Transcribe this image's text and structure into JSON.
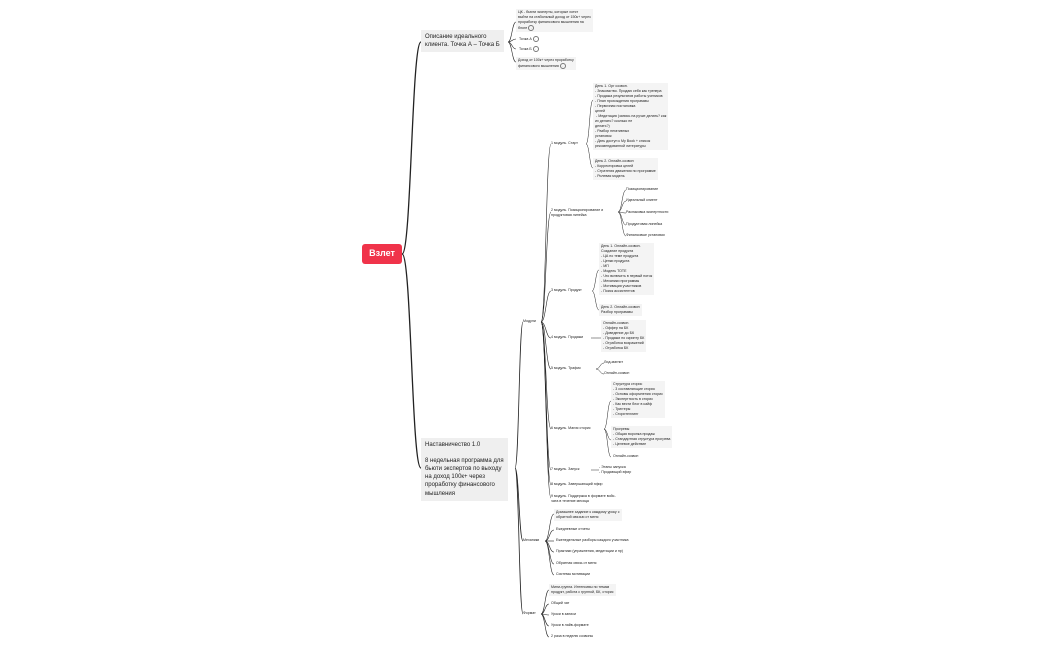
{
  "root": "Взлет",
  "ideal": {
    "title": "Описание идеального\nклиента. Точка А – Точка Б",
    "children": [
      "ЦК - бьюти эксперты, которые хотят\nвыйти на стабильный доход от 150к+ через\nпроработку финансового мышления на\nблоге",
      "Точка А",
      "Точка Б",
      "Доход от 100к+ через проработку\nфинансового мышления"
    ]
  },
  "program": {
    "title": "Наставничество 1.0\n\n8 недельная программа для\nбьюти экспертов по выходу\nна доход 100к+ через\nпроработку финансового\nмышления",
    "modules_label": "Модули",
    "mechanics_label": "Механики",
    "format_label": "Формат"
  },
  "modules": [
    {
      "label": "1 модуль. Старт",
      "children": [
        "День 1. Орг созвон.\n- Знакомство. Продаю себя как тренера\n- Продажа результатов работы учеников\n- План прохождения программы\n- Первичная постановка\nцелей\n - Медитация (запись на ручке делать? как\nих делать? сколько не\nделать?)\n- Разбор негативных\nустановок\n- Дать доступ к My Book + список\nрекомендованной литературы",
        "День 2. Онлайн-созвон\n- Корректировка целей\n- Стратегия движения по программе\n- Ролевая модель"
      ]
    },
    {
      "label": "2 модуль. Позиционирование и\nпродуктовая линейка",
      "children": [
        "Позиционирование",
        "Идеальный клиент",
        "Распаковка экспертности",
        "Продуктовая линейка",
        "Финансовые установки"
      ]
    },
    {
      "label": "3 модуль. Продукт",
      "children": [
        "День 1. Онлайн-созвон.\nСоздание продукта\n- ЦА по теме продукта\n- Ценки продукта\n- МП\n- Модель ТОТЕ\n- Что включить в первый поток\n- Механики программы\n- Мотивация участников\n- Поиск ассистентов",
        "День 2. Онлайн-созвон\nРазбор программы"
      ]
    },
    {
      "label": "4 модуль. Продажи",
      "children": [
        "Онлайн-созвон.\n- Оффер на БК\n- Доведение до БК\n- Продажи по скрипту БК\n- Отработка возражений\n- Отработка БК"
      ]
    },
    {
      "label": "5 модуль. Трафик",
      "children": [
        "Лид-магнит",
        "Онлайн-созвон"
      ]
    },
    {
      "label": "6 модуль. Магия сторис",
      "children": [
        "Структура сторис\n- 3 составляющие сторис\n- Основы оформления сторис\n- Экспертность в сторис\n- Как вести блог в кайф\n- Триггеры\n- Сторителлинг",
        "Прогревы\n- Общая воронка продаж\n- Стандартная структура прогрева\n- Целевое действие",
        "Онлайн-созвон"
      ]
    },
    {
      "label": "7 модуль. Запуск",
      "children": [
        "- Этапы запуска\n- Продающий эфир"
      ]
    },
    {
      "label": "8 модуль. Завершающий эфир",
      "children": []
    },
    {
      "label": "9 модуль. Поддержка в формате войс-\nчата в течение месяца",
      "children": []
    }
  ],
  "mechanics": [
    "Домашнее задание к каждому уроку с\nобратной связью от меня",
    "Ежедневные отчеты",
    "Еженедельные разборы каждого участника",
    "Практики (упражнения, медитации и пр)",
    "Обратная связь от меня",
    "Системы мотивации"
  ],
  "format": [
    "Мини-группа. Интенсивы по темам\nпродукт, работа с группой, БК, сторис",
    "Общий чат",
    "Уроки в записи",
    "Уроки в лайв-формате",
    "2 раза в неделю созвоны"
  ],
  "colors": {
    "root_bg": "#f0334a",
    "root_text": "#ffffff",
    "node_bg": "#efefef",
    "line": "#222222"
  },
  "icons": {
    "collapse_marker": "dot-circle-icon"
  }
}
